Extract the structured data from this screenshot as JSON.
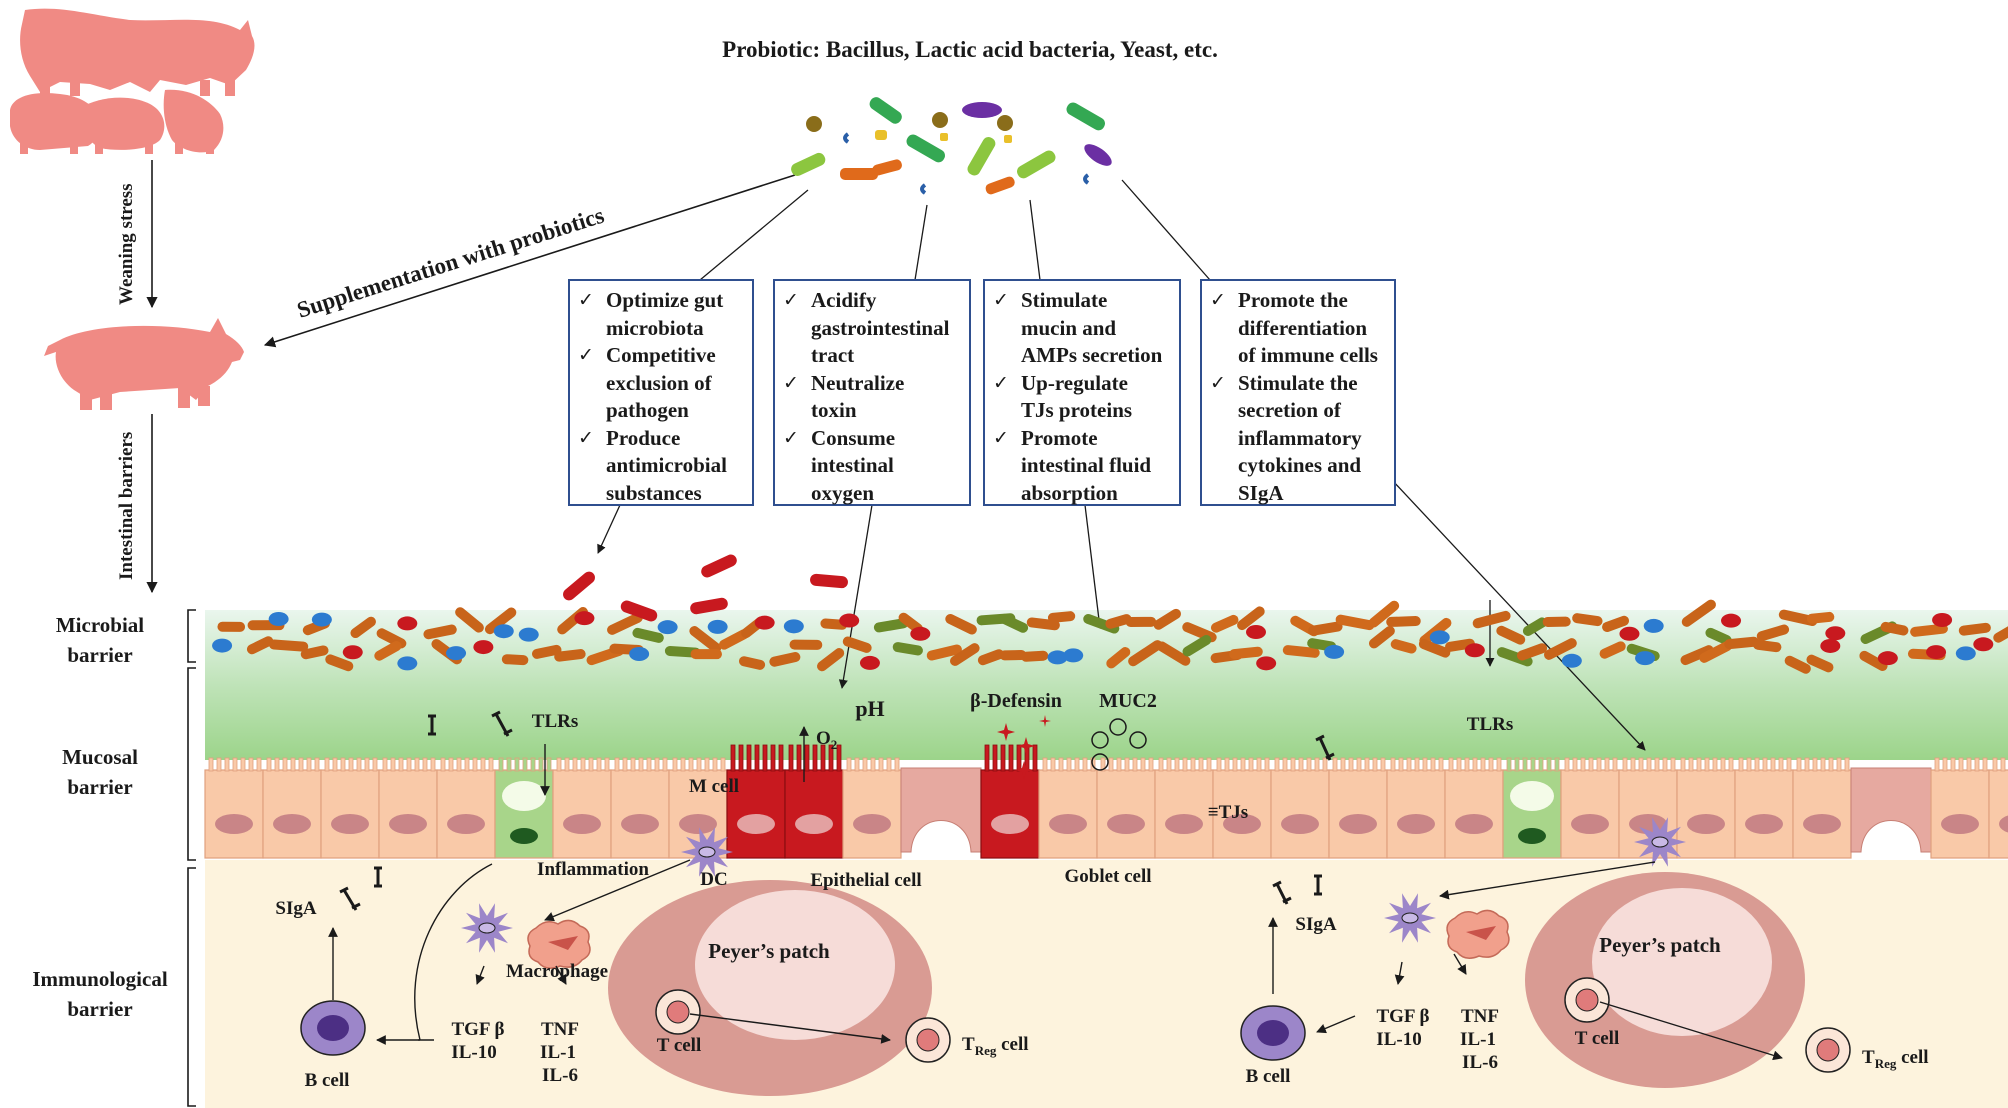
{
  "title": "Probiotic: Bacillus, Lactic acid bacteria, Yeast,  etc.",
  "arrows": {
    "weaning": "Weaning stress",
    "supplementation": "Supplementation with probiotics",
    "intestinal": "Intestinal barriers"
  },
  "barriers": {
    "microbial": [
      "Microbial",
      "barrier"
    ],
    "mucosal": [
      "Mucosal",
      "barrier"
    ],
    "immunological": [
      "Immunological",
      "barrier"
    ]
  },
  "boxes": [
    {
      "items": [
        [
          "Optimize gut",
          "microbiota"
        ],
        [
          "Competitive",
          "exclusion of",
          "pathogen"
        ],
        [
          "Produce",
          "antimicrobial",
          "substances"
        ]
      ]
    },
    {
      "items": [
        [
          "Acidify",
          "gastrointestinal",
          "tract"
        ],
        [
          "Neutralize",
          "toxin"
        ],
        [
          "Consume",
          "intestinal",
          "oxygen"
        ]
      ]
    },
    {
      "items": [
        [
          "Stimulate",
          "mucin and",
          "AMPs secretion"
        ],
        [
          "Up-regulate",
          "TJs proteins"
        ],
        [
          "Promote",
          "intestinal fluid",
          "absorption"
        ]
      ]
    },
    {
      "items": [
        [
          "Promote the",
          "differentiation",
          "of immune cells"
        ],
        [
          "Stimulate the",
          "secretion of",
          "inflammatory",
          "cytokines and",
          "SIgA"
        ]
      ]
    }
  ],
  "labels": {
    "tlrs_left": "TLRs",
    "tlrs_right": "TLRs",
    "m_cell": "M cell",
    "o2": "O",
    "o2_sub": "2",
    "ph": "pH",
    "defensin": "β-Defensin",
    "muc2": "MUC2",
    "tjs": "≡TJs",
    "inflammation": "Inflammation",
    "dc": "DC",
    "epithelial": "Epithelial cell",
    "goblet": "Goblet cell",
    "sIga_left": "SIgA",
    "sIga_right": "SIgA",
    "macrophage": "Macrophage",
    "peyers_left": "Peyer’s patch",
    "peyers_right": "Peyer’s patch",
    "tgf_left": "TGF β",
    "il10_left": "IL-10",
    "tnf_left": [
      "TNF",
      "IL-1",
      "IL-6"
    ],
    "tgf_right": "TGF β",
    "il10_right": "IL-10",
    "tnf_right": [
      "TNF",
      "IL-1",
      "IL-6"
    ],
    "bcell_left": "B cell",
    "bcell_right": "B cell",
    "tcell_left": "T cell",
    "tcell_right": "T cell",
    "treg_t": "T",
    "treg_sub": "Reg",
    "treg_cell": " cell"
  },
  "colors": {
    "pig": "#f08a84",
    "box_border": "#2f4f8f",
    "epithelial": "#f9c9a8",
    "inflamed": "#c8191f",
    "goblet": "#a8d58a",
    "immune_bg": "#fdf3dd",
    "peyer": "#d99b93",
    "dc": "#9c86c9"
  }
}
